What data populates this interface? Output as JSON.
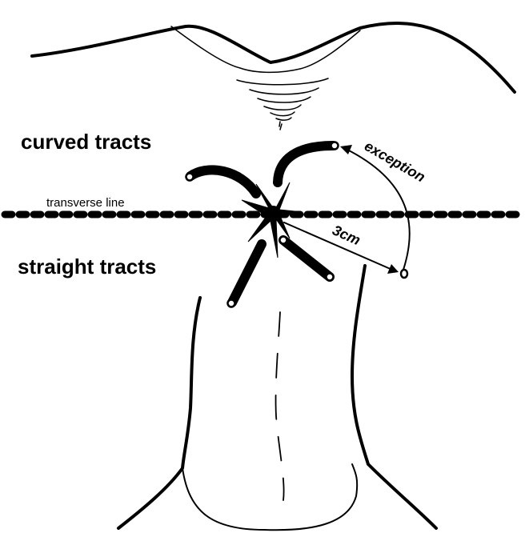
{
  "labels": {
    "curved": "curved tracts",
    "straight": "straight tracts",
    "transverse": "transverse line",
    "exception": "exception",
    "distance": "3cm"
  },
  "colors": {
    "ink": "#000000",
    "background": "#ffffff"
  }
}
